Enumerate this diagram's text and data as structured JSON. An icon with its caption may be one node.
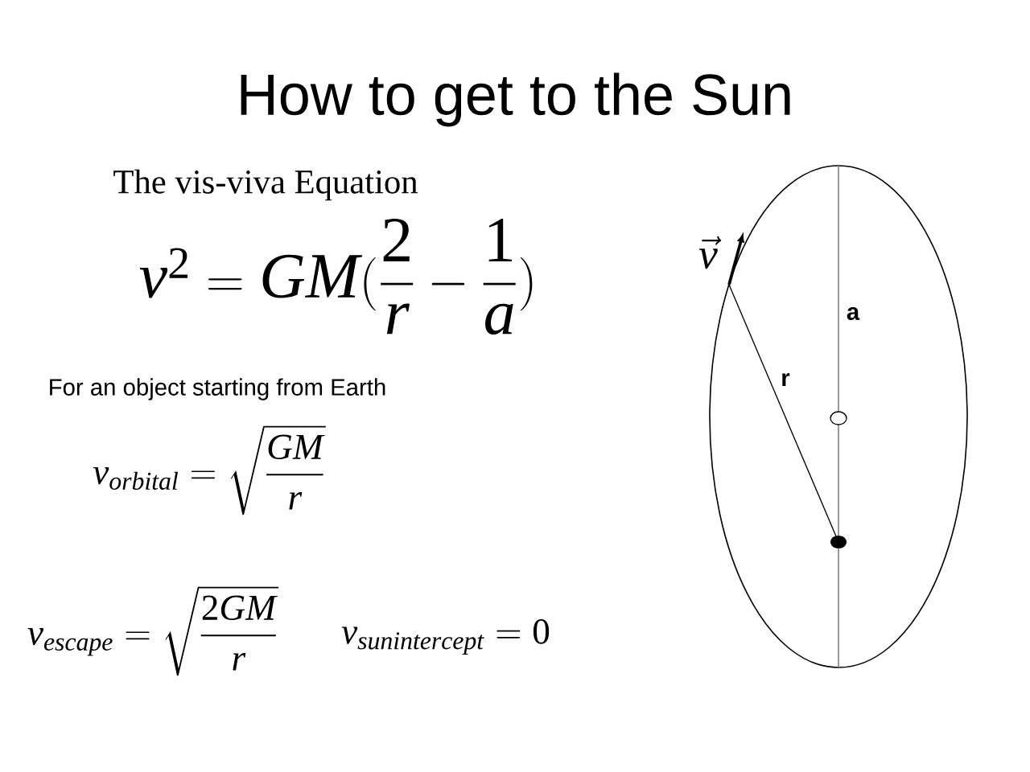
{
  "diagram": {
    "title": "How to get to the Sun",
    "labels": [
      "The vis-viva Equation",
      "v^2 = GM(\\dfrac{2}{r}-\\dfrac{1}{a})",
      "For an object starting from Earth",
      "v_{orbital} = \\sqrt{\\dfrac{GM}{r}}",
      "v_{escape} = \\sqrt{\\dfrac{2GM}{r}}",
      "v_{sun intercept} = 0",
      "\\vec{v}",
      "a",
      "r"
    ]
  }
}
